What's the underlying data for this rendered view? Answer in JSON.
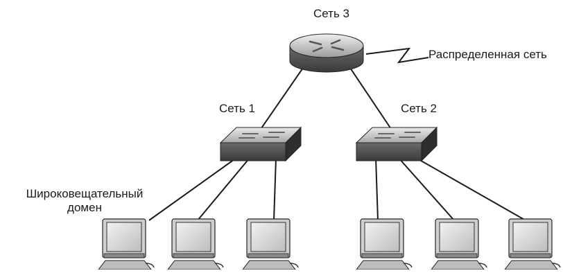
{
  "labels": {
    "net3": "Сеть 3",
    "net1": "Сеть 1",
    "net2": "Сеть 2",
    "wan": "Распределенная сеть",
    "broadcast_line1": "Широковещательный",
    "broadcast_line2": "домен"
  },
  "devices": {
    "router": "router-icon",
    "switches": [
      "switch-icon",
      "switch-icon"
    ],
    "workstations": [
      "workstation-icon",
      "workstation-icon",
      "workstation-icon",
      "workstation-icon",
      "workstation-icon",
      "workstation-icon"
    ]
  },
  "colors": {
    "line": "#1a1a1a",
    "device_light": "#d8d8d8",
    "device_mid": "#9a9a9a",
    "device_dark": "#4a4a4a",
    "background": "#ffffff"
  }
}
